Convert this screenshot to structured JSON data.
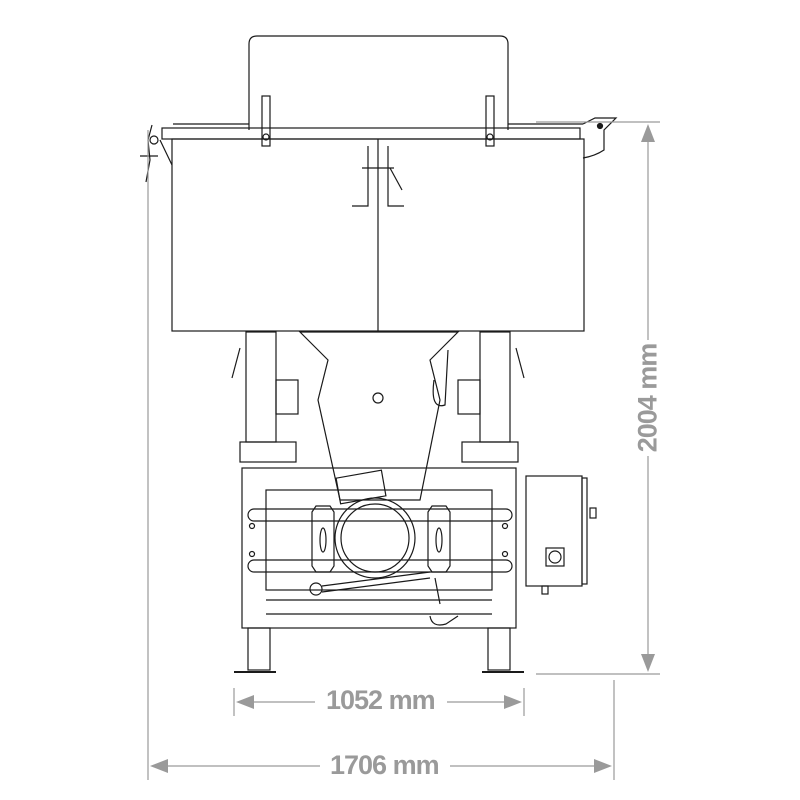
{
  "drawing": {
    "subject": "pan mixer front elevation",
    "line_color": "#1a1a1a",
    "dimension_color": "#9a9a9a"
  },
  "dimensions": {
    "inner_width": {
      "value": 1052,
      "unit": "mm",
      "label": "1052 mm"
    },
    "overall_width": {
      "value": 1706,
      "unit": "mm",
      "label": "1706 mm"
    },
    "overall_height": {
      "value": 2004,
      "unit": "mm",
      "label": "2004 mm"
    }
  }
}
